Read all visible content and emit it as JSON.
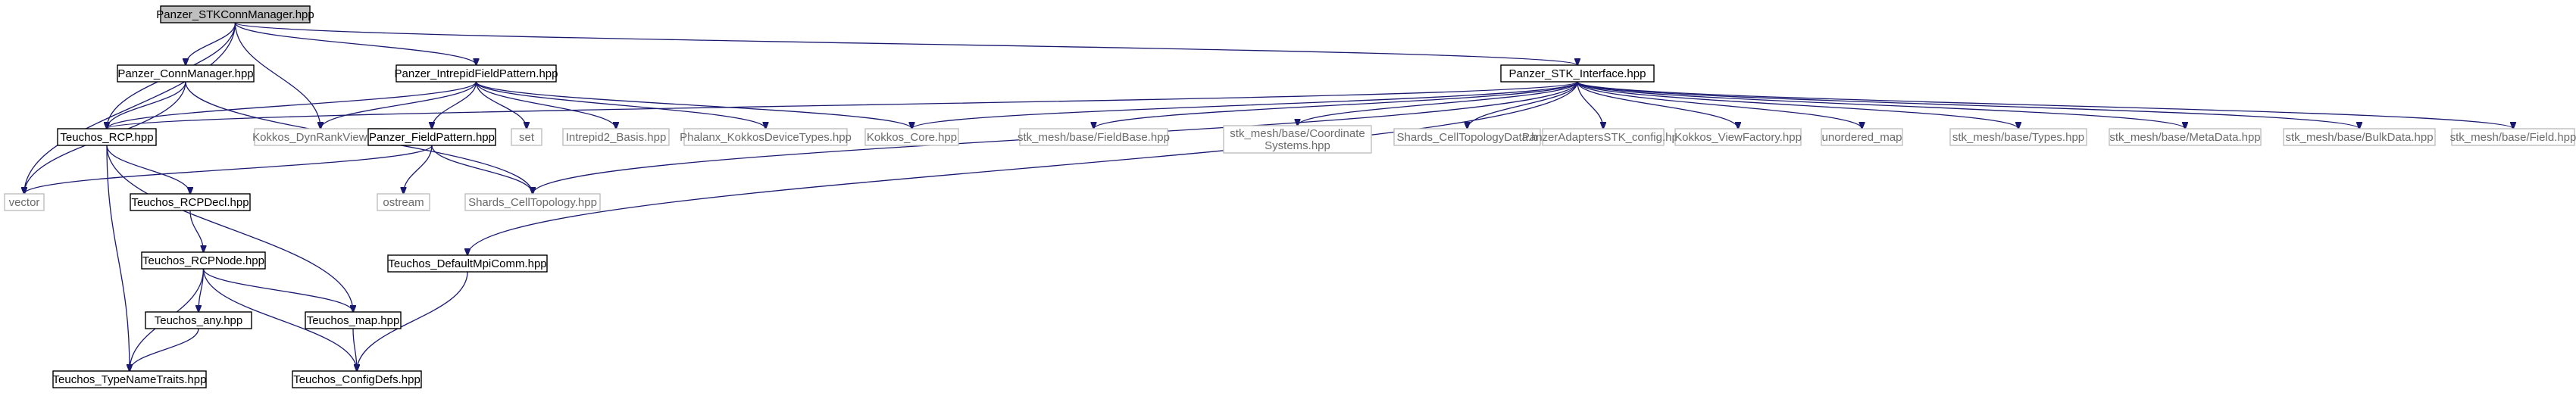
{
  "title": "",
  "colors": {
    "edge": "#191970",
    "root_fill": "#bfbfbf",
    "node_fill": "#ffffff",
    "node_border": "#000000",
    "external_border": "#bfbfbf",
    "external_text": "#6b6b6b"
  },
  "nodes": [
    {
      "id": "n0",
      "label": "Panzer_STKConnManager.hpp",
      "kind": "root"
    },
    {
      "id": "n1",
      "label": "Panzer_ConnManager.hpp",
      "kind": "file"
    },
    {
      "id": "n2",
      "label": "Panzer_IntrepidFieldPattern.hpp",
      "kind": "file"
    },
    {
      "id": "n3",
      "label": "Panzer_STK_Interface.hpp",
      "kind": "file"
    },
    {
      "id": "n4",
      "label": "Teuchos_RCP.hpp",
      "kind": "file"
    },
    {
      "id": "n5",
      "label": "Kokkos_DynRankView.hpp",
      "kind": "external"
    },
    {
      "id": "n6",
      "label": "Panzer_FieldPattern.hpp",
      "kind": "file"
    },
    {
      "id": "n7",
      "label": "set",
      "kind": "external"
    },
    {
      "id": "n8",
      "label": "Intrepid2_Basis.hpp",
      "kind": "external"
    },
    {
      "id": "n9",
      "label": "Phalanx_KokkosDeviceTypes.hpp",
      "kind": "external"
    },
    {
      "id": "n10",
      "label": "Kokkos_Core.hpp",
      "kind": "external"
    },
    {
      "id": "n11",
      "label": "stk_mesh/base/FieldBase.hpp",
      "kind": "external"
    },
    {
      "id": "n12",
      "label": "stk_mesh/base/Coordinate\nSystems.hpp",
      "kind": "external"
    },
    {
      "id": "n13",
      "label": "Shards_CellTopologyData.h",
      "kind": "external"
    },
    {
      "id": "n14",
      "label": "PanzerAdaptersSTK_config.hpp",
      "kind": "external"
    },
    {
      "id": "n15",
      "label": "Kokkos_ViewFactory.hpp",
      "kind": "external"
    },
    {
      "id": "n16",
      "label": "unordered_map",
      "kind": "external"
    },
    {
      "id": "n17",
      "label": "stk_mesh/base/Types.hpp",
      "kind": "external"
    },
    {
      "id": "n18",
      "label": "stk_mesh/base/MetaData.hpp",
      "kind": "external"
    },
    {
      "id": "n19",
      "label": "stk_mesh/base/BulkData.hpp",
      "kind": "external"
    },
    {
      "id": "n20",
      "label": "stk_mesh/base/Field.hpp",
      "kind": "external"
    },
    {
      "id": "n21",
      "label": "vector",
      "kind": "external"
    },
    {
      "id": "n22",
      "label": "Teuchos_RCPDecl.hpp",
      "kind": "file"
    },
    {
      "id": "n23",
      "label": "ostream",
      "kind": "external"
    },
    {
      "id": "n24",
      "label": "Shards_CellTopology.hpp",
      "kind": "external"
    },
    {
      "id": "n25",
      "label": "Teuchos_RCPNode.hpp",
      "kind": "file"
    },
    {
      "id": "n26",
      "label": "Teuchos_DefaultMpiComm.hpp",
      "kind": "file"
    },
    {
      "id": "n27",
      "label": "Teuchos_any.hpp",
      "kind": "file"
    },
    {
      "id": "n28",
      "label": "Teuchos_map.hpp",
      "kind": "file"
    },
    {
      "id": "n29",
      "label": "Teuchos_TypeNameTraits.hpp",
      "kind": "file"
    },
    {
      "id": "n30",
      "label": "Teuchos_ConfigDefs.hpp",
      "kind": "file"
    }
  ],
  "edges": [
    [
      "n0",
      "n1"
    ],
    [
      "n0",
      "n2"
    ],
    [
      "n0",
      "n3"
    ],
    [
      "n0",
      "n4"
    ],
    [
      "n0",
      "n5"
    ],
    [
      "n0",
      "n21"
    ],
    [
      "n1",
      "n4"
    ],
    [
      "n1",
      "n21"
    ],
    [
      "n1",
      "n24"
    ],
    [
      "n2",
      "n4"
    ],
    [
      "n2",
      "n6"
    ],
    [
      "n2",
      "n5"
    ],
    [
      "n2",
      "n7"
    ],
    [
      "n2",
      "n8"
    ],
    [
      "n2",
      "n9"
    ],
    [
      "n2",
      "n10"
    ],
    [
      "n3",
      "n4"
    ],
    [
      "n3",
      "n10"
    ],
    [
      "n3",
      "n11"
    ],
    [
      "n3",
      "n12"
    ],
    [
      "n3",
      "n13"
    ],
    [
      "n3",
      "n14"
    ],
    [
      "n3",
      "n15"
    ],
    [
      "n3",
      "n16"
    ],
    [
      "n3",
      "n17"
    ],
    [
      "n3",
      "n18"
    ],
    [
      "n3",
      "n19"
    ],
    [
      "n3",
      "n20"
    ],
    [
      "n3",
      "n24"
    ],
    [
      "n3",
      "n26"
    ],
    [
      "n4",
      "n22"
    ],
    [
      "n4",
      "n28"
    ],
    [
      "n4",
      "n29"
    ],
    [
      "n6",
      "n21"
    ],
    [
      "n6",
      "n23"
    ],
    [
      "n6",
      "n24"
    ],
    [
      "n22",
      "n25"
    ],
    [
      "n25",
      "n27"
    ],
    [
      "n25",
      "n28"
    ],
    [
      "n25",
      "n29"
    ],
    [
      "n25",
      "n30"
    ],
    [
      "n27",
      "n29"
    ],
    [
      "n28",
      "n30"
    ],
    [
      "n26",
      "n30"
    ]
  ]
}
